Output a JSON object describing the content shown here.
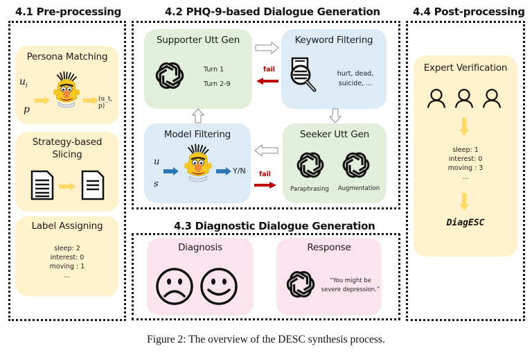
{
  "sections": {
    "preprocessing": {
      "title": "4.1 Pre-processing",
      "persona_matching": {
        "title": "Persona Matching",
        "inputs": [
          "u_i",
          "p"
        ],
        "output": "(u_t, p)",
        "icon": "bert-muppet-icon"
      },
      "slicing": {
        "title_line1": "Strategy-based",
        "title_line2": "Slicing",
        "icons": [
          "long-document-icon",
          "short-document-icon"
        ]
      },
      "label_assigning": {
        "title": "Label Assigning",
        "labels": [
          "sleep: 2",
          "interest: 0",
          "moving : 1",
          "..."
        ]
      }
    },
    "phq9_generation": {
      "title": "4.2 PHQ-9-based Dialogue Generation",
      "supporter": {
        "title": "Supporter Utt Gen",
        "turns": [
          "Turn 1",
          "Turn 2-9"
        ],
        "icon": "openai-logo-icon"
      },
      "keyword_filtering": {
        "title": "Keyword Filtering",
        "keywords_line1": "hurt, dead,",
        "keywords_line2": "suicide, ...",
        "icon": "magnifier-document-icon"
      },
      "seeker": {
        "title": "Seeker Utt Gen",
        "methods": [
          "Paraphrasing",
          "Augmentation"
        ],
        "icon": "openai-logo-icon"
      },
      "model_filtering": {
        "title": "Model Filtering",
        "inputs": [
          "u",
          "s"
        ],
        "output": "Y/N",
        "icon": "bert-muppet-icon"
      },
      "fail_label": "fail"
    },
    "diagnostic_generation": {
      "title": "4.3 Diagnostic Dialogue Generation",
      "diagnosis": {
        "title": "Diagnosis",
        "icons": [
          "sad-face-icon",
          "happy-face-icon"
        ]
      },
      "response": {
        "title": "Response",
        "quote_line1": "“You might be",
        "quote_line2": "severe depression.”",
        "icon": "openai-logo-icon"
      }
    },
    "postprocessing": {
      "title": "4.4 Post-processing",
      "expert_verification": {
        "title": "Expert Verification",
        "experts": 3,
        "labels": [
          "sleep: 1",
          "interest: 0",
          "moving : 3",
          "..."
        ],
        "result": "DiagESC"
      }
    }
  },
  "caption": "Figure 2: The overview of the DESC synthesis process.",
  "colors": {
    "yellow_card": "#fff2cc",
    "green_card": "#e2efda",
    "blue_card": "#ddebf7",
    "pink_card": "#fce4ef",
    "yellow_arrow": "#ffd966",
    "blue_arrow": "#2e75b6",
    "fail_red": "#c00000"
  }
}
